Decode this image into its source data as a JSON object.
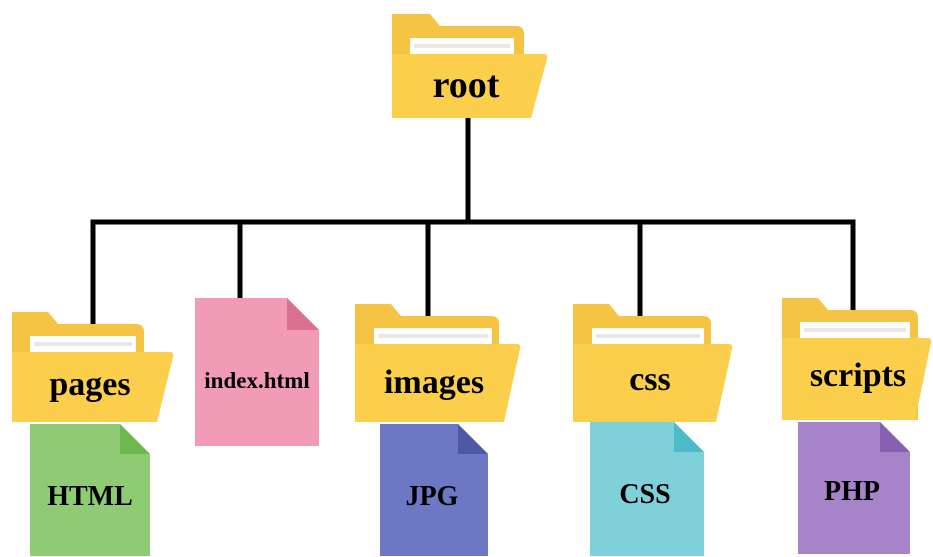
{
  "root": {
    "label": "root",
    "color": "#F6C445"
  },
  "children": [
    {
      "label": "pages",
      "kind": "folder",
      "file": {
        "label": "HTML",
        "color": "#8FCB73",
        "corner": "#6DB84F"
      }
    },
    {
      "label": "index.html",
      "kind": "file",
      "color": "#F29BB6",
      "corner": "#D9708F"
    },
    {
      "label": "images",
      "kind": "folder",
      "file": {
        "label": "JPG",
        "color": "#6C78C3",
        "corner": "#4E59A6"
      }
    },
    {
      "label": "css",
      "kind": "folder",
      "file": {
        "label": "CSS",
        "color": "#7FD0D9",
        "corner": "#4DBCC8"
      }
    },
    {
      "label": "scripts",
      "kind": "folder",
      "file": {
        "label": "PHP",
        "color": "#A784C9",
        "corner": "#8761B0"
      }
    }
  ],
  "colors": {
    "folder": "#F6C445",
    "folder_front": "#FBCF4C",
    "line": "#000000"
  }
}
